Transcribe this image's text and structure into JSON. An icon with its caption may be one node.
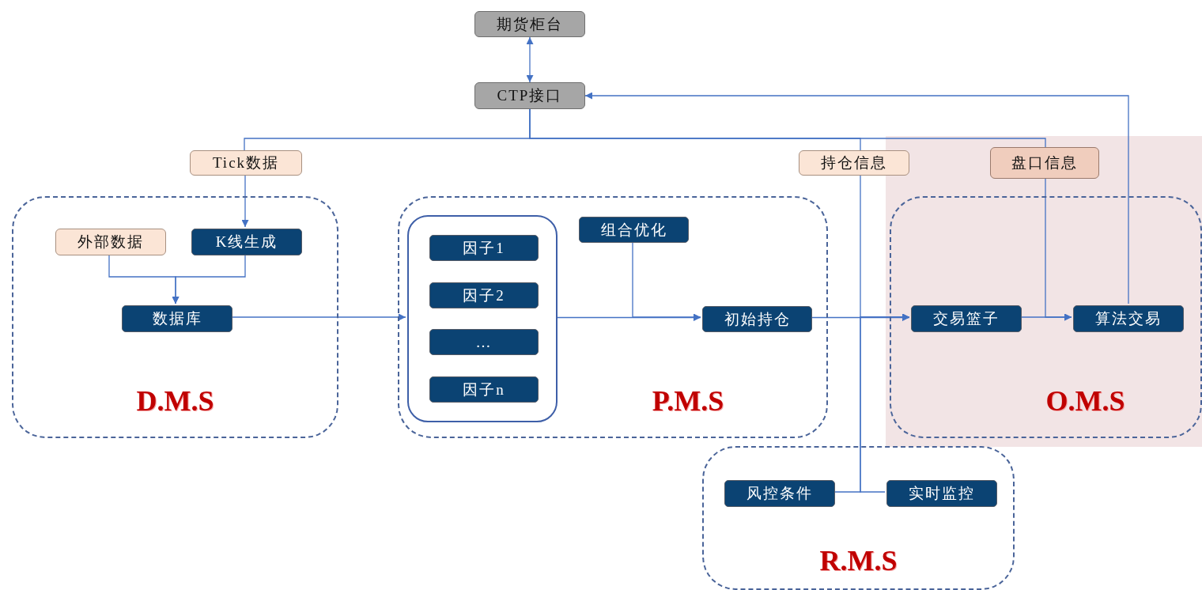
{
  "diagram": {
    "nodes": [
      {
        "text": [
          "期货柜台"
        ]
      },
      {
        "text": [
          "CTP接口"
        ]
      },
      {
        "text": [
          "Tick数据"
        ]
      },
      {
        "text": [
          "持仓信息"
        ]
      },
      {
        "text": [
          "盘口信息"
        ]
      },
      {
        "text": [
          "D.M.S"
        ]
      },
      {
        "text": [
          "外部数据"
        ],
        "in": 5
      },
      {
        "text": [
          "K线生成"
        ],
        "in": 5
      },
      {
        "text": [
          "数据库"
        ],
        "in": 5
      },
      {
        "text": [
          "P.M.S"
        ]
      },
      {
        "text": [],
        "shape": "box",
        "in": 9
      },
      {
        "text": [
          "因子1"
        ],
        "in": 10
      },
      {
        "text": [
          "因子2"
        ],
        "in": 10
      },
      {
        "text": [
          "…"
        ],
        "in": 10
      },
      {
        "text": [
          "因子n"
        ],
        "in": 10
      },
      {
        "text": [
          "组合优化"
        ],
        "in": 9
      },
      {
        "text": [
          "初始持仓"
        ],
        "in": 9
      },
      {
        "text": [
          "O.M.S"
        ]
      },
      {
        "text": [
          "交易篮子"
        ],
        "in": 17
      },
      {
        "text": [
          "算法交易"
        ],
        "in": 17
      },
      {
        "text": [
          "R.M.S"
        ]
      },
      {
        "text": [
          "风控条件"
        ],
        "in": 20
      },
      {
        "text": [
          "实时监控"
        ],
        "in": 20
      }
    ],
    "edges": [
      {
        "from": 0,
        "to": 1,
        "arrow": "both"
      },
      {
        "from": 1,
        "to": 2,
        "arrow": "none"
      },
      {
        "from": 1,
        "to": 3,
        "arrow": "none"
      },
      {
        "from": 1,
        "to": 4,
        "arrow": "none"
      },
      {
        "from": 2,
        "to": 7,
        "arrow": "to"
      },
      {
        "from": 6,
        "to": 8,
        "arrow": "to"
      },
      {
        "from": 7,
        "to": 8,
        "arrow": "to"
      },
      {
        "from": 8,
        "to": 10,
        "arrow": "to"
      },
      {
        "from": 10,
        "to": 16,
        "arrow": "to"
      },
      {
        "from": 15,
        "to": 16,
        "arrow": "to"
      },
      {
        "from": 16,
        "to": 18,
        "arrow": "to"
      },
      {
        "from": 3,
        "to": 18,
        "arrow": "to"
      },
      {
        "from": 21,
        "to": 18,
        "arrow": "to"
      },
      {
        "from": 22,
        "to": 18,
        "arrow": "to"
      },
      {
        "from": 4,
        "to": 19,
        "arrow": "to"
      },
      {
        "from": 18,
        "to": 19,
        "arrow": "to"
      },
      {
        "from": 19,
        "to": 1,
        "arrow": "to"
      }
    ]
  }
}
